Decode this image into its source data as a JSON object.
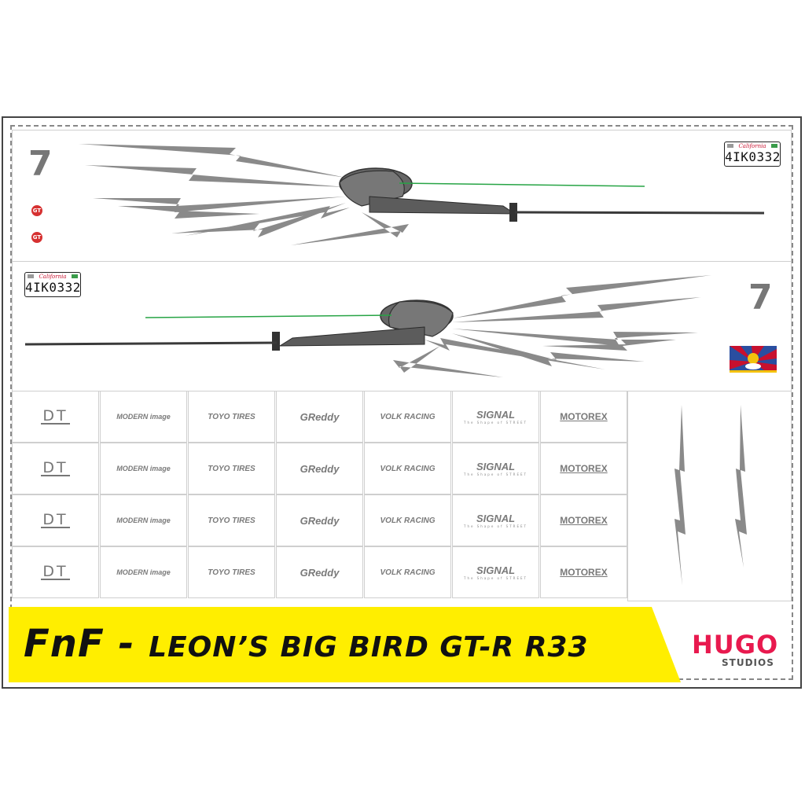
{
  "decal_sheet": {
    "top_panel": {
      "number": "7",
      "plate_number": "4IK0332",
      "plate_state": "California",
      "badge_text": "GT"
    },
    "middle_panel": {
      "number": "7",
      "plate_number": "4IK0332",
      "plate_state": "California"
    },
    "colors": {
      "graphic_gray": "#8a8a8a",
      "figure_dark": "#555555",
      "green_line": "#27a445",
      "yellow": "#ffee00",
      "brand_pink": "#e8194e",
      "flag_red": "#c8102e",
      "flag_blue": "#2a4ea0",
      "flag_yellow": "#f4c20d"
    },
    "sponsor_rows": [
      [
        "DT",
        "MODERN image",
        "TOYO TIRES",
        "GReddy",
        "VOLK RACING",
        "SIGNAL",
        "MOTOREX"
      ],
      [
        "DT",
        "MODERN image",
        "TOYO TIRES",
        "GReddy",
        "VOLK RACING",
        "SIGNAL",
        "MOTOREX"
      ],
      [
        "DT",
        "MODERN image",
        "TOYO TIRES",
        "GReddy",
        "VOLK RACING",
        "SIGNAL",
        "MOTOREX"
      ],
      [
        "DT",
        "MODERN image",
        "TOYO TIRES",
        "GReddy",
        "VOLK RACING",
        "SIGNAL",
        "MOTOREX"
      ]
    ],
    "signal_tagline": "The Shape of STREET"
  },
  "title": {
    "part1": "FnF - ",
    "part2": "LEON’S BIG BIRD GT-R R33"
  },
  "brand": {
    "name": "HUGO",
    "sub": "STUDIOS"
  }
}
